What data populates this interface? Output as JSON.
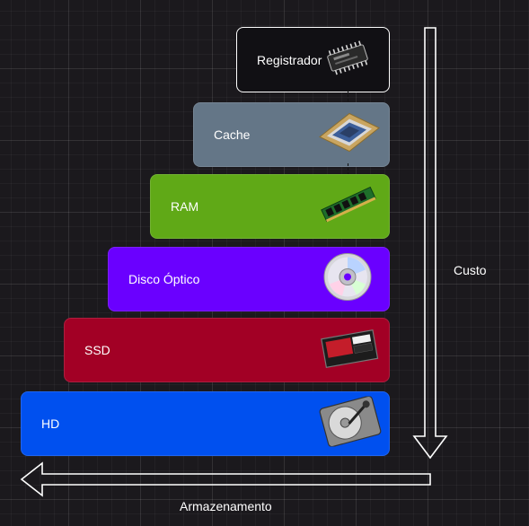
{
  "tiers": [
    {
      "id": "registrador",
      "label": "Registrador",
      "color": "#111014",
      "icon": "chip-icon"
    },
    {
      "id": "cache",
      "label": "Cache",
      "color": "#647687",
      "icon": "cpu-icon"
    },
    {
      "id": "ram",
      "label": "RAM",
      "color": "#60a917",
      "icon": "ram-module-icon"
    },
    {
      "id": "optico",
      "label": "Disco Óptico",
      "color": "#6a00ff",
      "icon": "optical-disc-icon"
    },
    {
      "id": "ssd",
      "label": "SSD",
      "color": "#a20025",
      "icon": "ssd-icon"
    },
    {
      "id": "hd",
      "label": "HD",
      "color": "#0050ef",
      "icon": "hard-drive-icon"
    }
  ],
  "arrows": {
    "vertical_label": "Custo",
    "horizontal_label": "Armazenamento"
  }
}
